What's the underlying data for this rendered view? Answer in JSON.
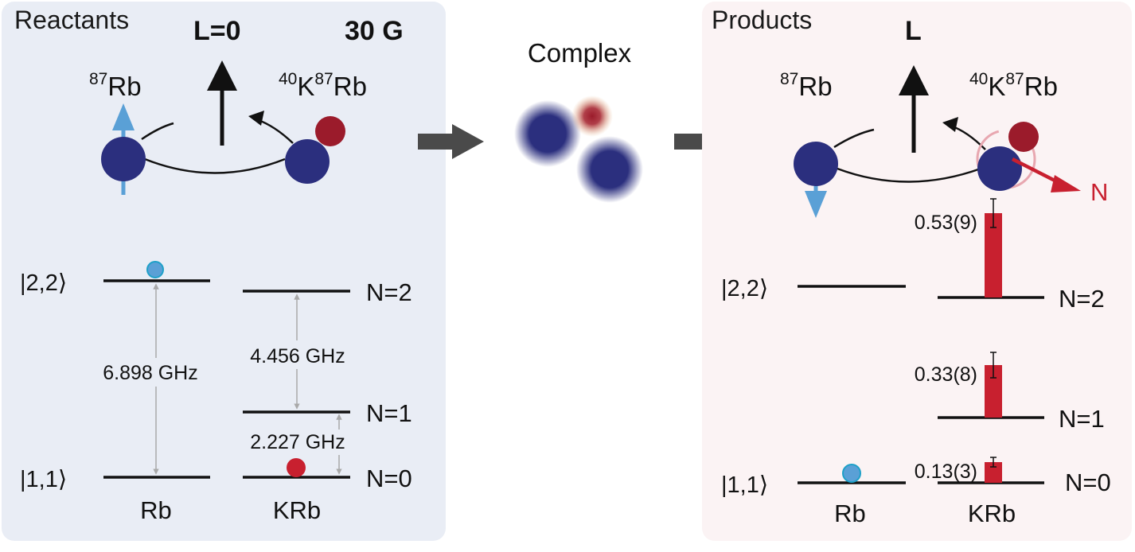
{
  "reactants": {
    "title": "Reactants",
    "angular_momentum_label": "L=0",
    "field_label": "30 G",
    "atom_label": {
      "sup": "87",
      "base": "Rb"
    },
    "molecule_label": {
      "sup1": "40",
      "mid": "K",
      "sup2": "87",
      "end": "Rb"
    },
    "rb_states": {
      "upper": "|2,2⟩",
      "lower": "|1,1⟩"
    },
    "krb_levels": [
      "N=2",
      "N=1",
      "N=0"
    ],
    "frequencies": {
      "rb_hyperfine": "6.898 GHz",
      "krb_n1_n2": "4.456 GHz",
      "krb_n0_n1": "2.227 GHz"
    },
    "species_labels": {
      "atom": "Rb",
      "molecule": "KRb"
    }
  },
  "complex": {
    "title": "Complex"
  },
  "products": {
    "title": "Products",
    "angular_momentum_label": "L",
    "rotation_label": "N",
    "atom_label": {
      "sup": "87",
      "base": "Rb"
    },
    "molecule_label": {
      "sup1": "40",
      "mid": "K",
      "sup2": "87",
      "end": "Rb"
    },
    "rb_states": {
      "upper": "|2,2⟩",
      "lower": "|1,1⟩"
    },
    "krb_levels": [
      "N=2",
      "N=1",
      "N=0"
    ],
    "species_labels": {
      "atom": "Rb",
      "molecule": "KRb"
    }
  },
  "chart_data": {
    "type": "bar",
    "categories": [
      "N=2",
      "N=1",
      "N=0"
    ],
    "values": [
      0.53,
      0.33,
      0.13
    ],
    "labels": [
      "0.53(9)",
      "0.33(8)",
      "0.13(3)"
    ],
    "errors": [
      0.09,
      0.08,
      0.03
    ]
  },
  "colors": {
    "reactant_panel": "#e9edf5",
    "product_panel": "#fbf3f4",
    "atom_blue": "#2b2f7e",
    "rb_light": "#5aa0d6",
    "potassium_red": "#9b1b2b",
    "bar_red": "#c8202f",
    "arrow_gray": "#4a4a4a"
  }
}
